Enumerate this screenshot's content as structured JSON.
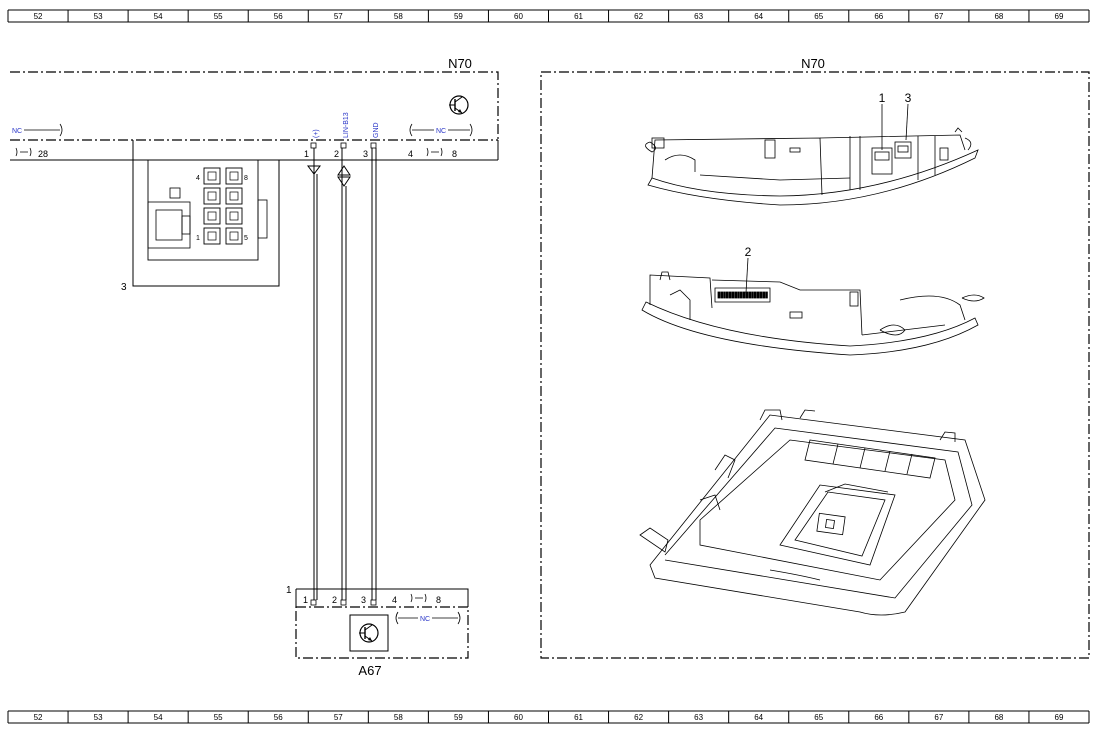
{
  "grid": {
    "columns": [
      "52",
      "53",
      "54",
      "55",
      "56",
      "57",
      "58",
      "59",
      "60",
      "61",
      "62",
      "63",
      "64",
      "65",
      "66",
      "67",
      "68",
      "69"
    ]
  },
  "left_module": {
    "title": "N70",
    "left_stub": {
      "nc": "NC",
      "pin": "28"
    },
    "pins": [
      {
        "num": "1",
        "signal": "(+)"
      },
      {
        "num": "2",
        "signal": "LIN-B13"
      },
      {
        "num": "3",
        "signal": "GND"
      },
      {
        "num": "4",
        "signal": ""
      }
    ],
    "pin_bridge": {
      "pin": "8",
      "nc": "NC"
    },
    "connector": {
      "label": "3",
      "pin_labels": [
        "4",
        "8",
        "1",
        "5"
      ]
    }
  },
  "bottom_module": {
    "title": "A67",
    "connector_label": "1",
    "pins": [
      "1",
      "2",
      "3",
      "4"
    ],
    "pin_bridge": {
      "pin": "8",
      "nc": "NC"
    }
  },
  "right_panel": {
    "title": "N70",
    "callouts": [
      "1",
      "3",
      "2"
    ]
  },
  "colors": {
    "line": "#000000",
    "signal_text": "#2a36c8",
    "background": "#ffffff"
  },
  "icons": [
    "transistor-icon",
    "ground-icon",
    "bidirectional-arrow-icon",
    "splice-icon"
  ]
}
